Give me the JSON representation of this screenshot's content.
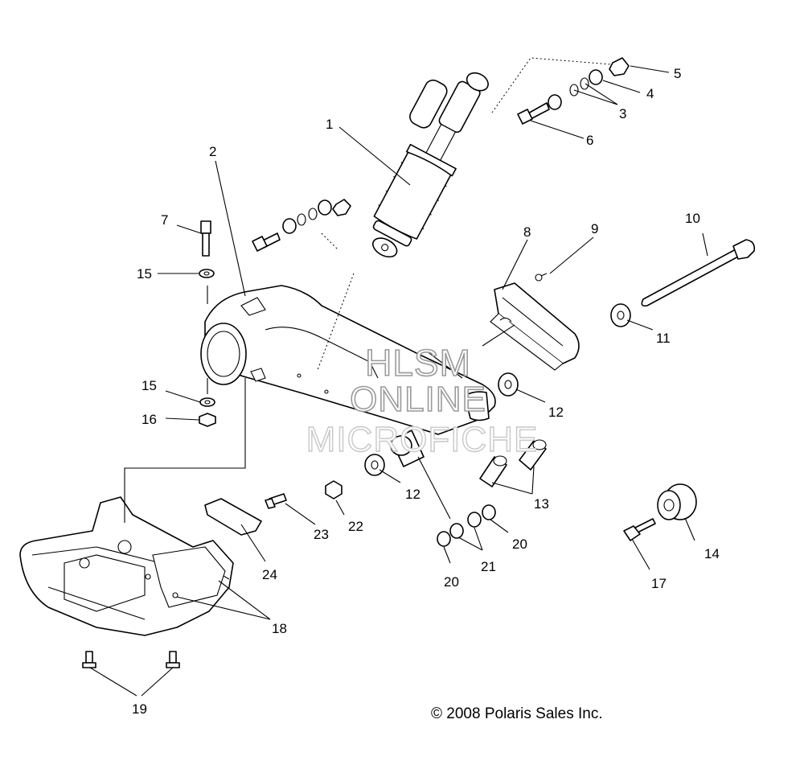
{
  "watermark": {
    "line1": "HLSM",
    "line2": "ONLINE",
    "line3": "MICROFICHE"
  },
  "copyright": "© 2008 Polaris Sales Inc.",
  "callouts": [
    "1",
    "2",
    "3",
    "3",
    "4",
    "5",
    "6",
    "7",
    "8",
    "9",
    "10",
    "11",
    "12",
    "12",
    "12",
    "13",
    "14",
    "15",
    "15",
    "16",
    "17",
    "18",
    "19",
    "20",
    "20",
    "21",
    "22",
    "23",
    "24"
  ]
}
